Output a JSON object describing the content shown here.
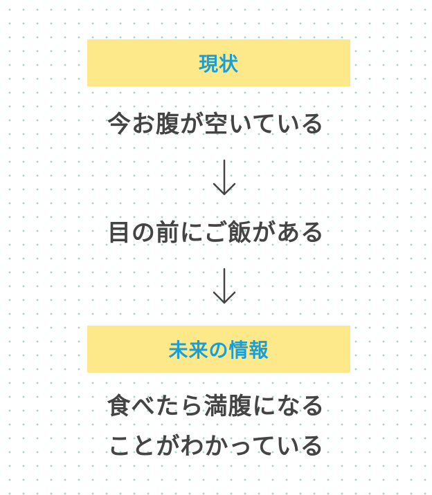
{
  "colors": {
    "banner_background": "#fde989",
    "banner_text": "#1a9ed6",
    "statement_text": "#444444",
    "arrow": "#444444",
    "dot_grid": "#a9d6cf"
  },
  "sections": {
    "current": {
      "label": "現状",
      "statements": [
        "今お腹が空いている",
        "目の前にご飯がある"
      ]
    },
    "future": {
      "label": "未来の情報",
      "statement_lines": [
        "食べたら満腹になる",
        "ことがわかっている"
      ]
    }
  },
  "arrows": [
    "down-arrow-icon",
    "down-arrow-icon"
  ]
}
